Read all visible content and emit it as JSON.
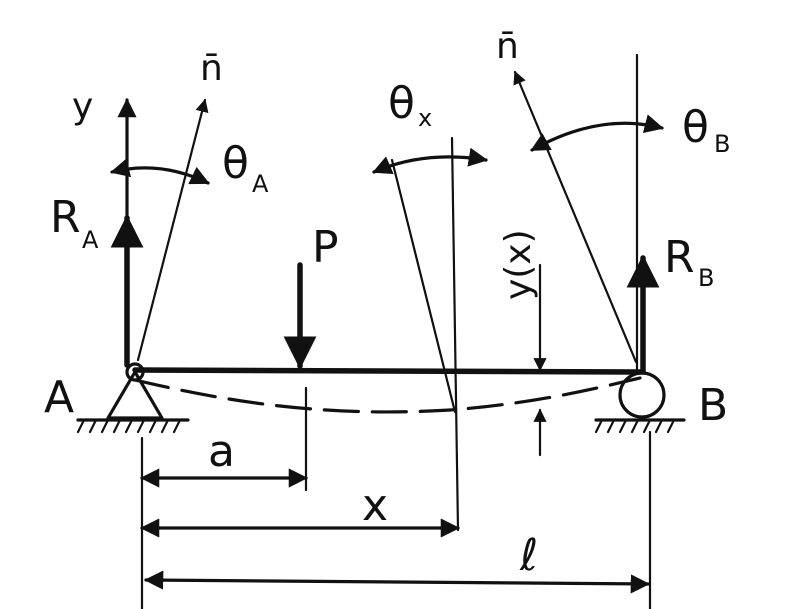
{
  "labels": {
    "y_axis": "y",
    "n_bar_left": "n̄",
    "n_bar_right": "n̄",
    "theta": "θ",
    "theta_a_sub": "A",
    "theta_x_sub": "x",
    "theta_b_sub": "B",
    "r": "R",
    "r_a_sub": "A",
    "r_b_sub": "B",
    "p": "P",
    "y_of_x": "y(x)",
    "a": "a",
    "x": "x",
    "l": "ℓ",
    "point_a": "A",
    "point_b": "B"
  },
  "colors": {
    "ink": "#111111",
    "paper": "#ffffff"
  }
}
